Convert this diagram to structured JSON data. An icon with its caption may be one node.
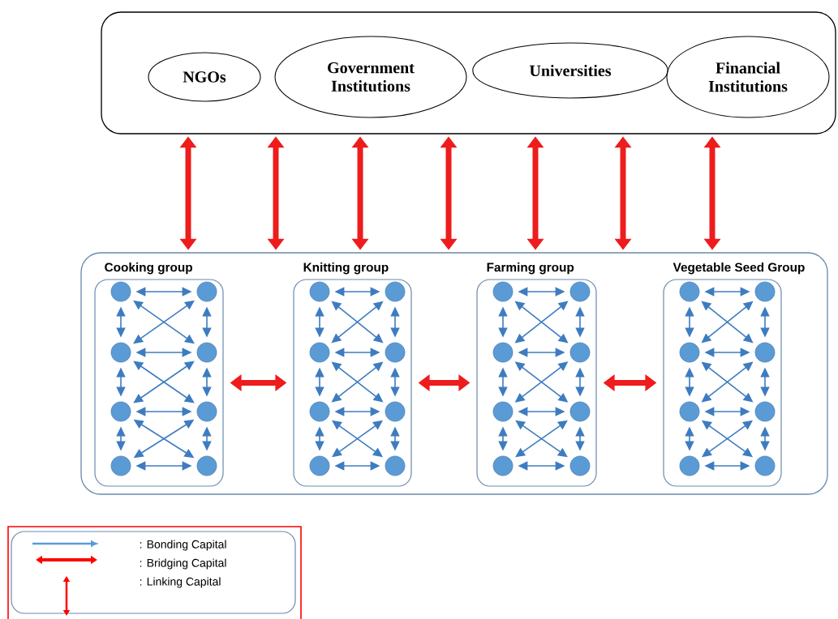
{
  "diagram": {
    "nodes": [
      {
        "text": [],
        "shape": "box"
      },
      {
        "text": [
          "NGOs"
        ],
        "in": 0
      },
      {
        "text": [
          "Government Institutions"
        ],
        "in": 0
      },
      {
        "text": [
          "Universities"
        ],
        "in": 0
      },
      {
        "text": [
          "Financial Institutions"
        ],
        "in": 0
      },
      {
        "text": [],
        "shape": "box"
      },
      {
        "text": [
          "Cooking group"
        ],
        "in": 5
      },
      {
        "text": [],
        "shape": "circle",
        "in": 6
      },
      {
        "text": [],
        "shape": "circle",
        "in": 6
      },
      {
        "text": [],
        "shape": "circle",
        "in": 6
      },
      {
        "text": [],
        "shape": "circle",
        "in": 6
      },
      {
        "text": [],
        "shape": "circle",
        "in": 6
      },
      {
        "text": [],
        "shape": "circle",
        "in": 6
      },
      {
        "text": [],
        "shape": "circle",
        "in": 6
      },
      {
        "text": [],
        "shape": "circle",
        "in": 6
      },
      {
        "text": [
          "Knitting group"
        ],
        "in": 5
      },
      {
        "text": [],
        "shape": "circle",
        "in": 15
      },
      {
        "text": [],
        "shape": "circle",
        "in": 15
      },
      {
        "text": [],
        "shape": "circle",
        "in": 15
      },
      {
        "text": [],
        "shape": "circle",
        "in": 15
      },
      {
        "text": [],
        "shape": "circle",
        "in": 15
      },
      {
        "text": [],
        "shape": "circle",
        "in": 15
      },
      {
        "text": [],
        "shape": "circle",
        "in": 15
      },
      {
        "text": [],
        "shape": "circle",
        "in": 15
      },
      {
        "text": [
          "Farming group"
        ],
        "in": 5
      },
      {
        "text": [],
        "shape": "circle",
        "in": 24
      },
      {
        "text": [],
        "shape": "circle",
        "in": 24
      },
      {
        "text": [],
        "shape": "circle",
        "in": 24
      },
      {
        "text": [],
        "shape": "circle",
        "in": 24
      },
      {
        "text": [],
        "shape": "circle",
        "in": 24
      },
      {
        "text": [],
        "shape": "circle",
        "in": 24
      },
      {
        "text": [],
        "shape": "circle",
        "in": 24
      },
      {
        "text": [],
        "shape": "circle",
        "in": 24
      },
      {
        "text": [
          "Vegetable Seed Group"
        ],
        "in": 5
      },
      {
        "text": [],
        "shape": "circle",
        "in": 33
      },
      {
        "text": [],
        "shape": "circle",
        "in": 33
      },
      {
        "text": [],
        "shape": "circle",
        "in": 33
      },
      {
        "text": [],
        "shape": "circle",
        "in": 33
      },
      {
        "text": [],
        "shape": "circle",
        "in": 33
      },
      {
        "text": [],
        "shape": "circle",
        "in": 33
      },
      {
        "text": [],
        "shape": "circle",
        "in": 33
      },
      {
        "text": [],
        "shape": "circle",
        "in": 33
      }
    ],
    "edges": [
      {
        "from": 0,
        "to": 5,
        "arrow": "both",
        "style": "thick",
        "color": "#ee1c1c"
      },
      {
        "from": 0,
        "to": 5,
        "arrow": "both",
        "style": "thick",
        "color": "#ee1c1c"
      },
      {
        "from": 0,
        "to": 5,
        "arrow": "both",
        "style": "thick",
        "color": "#ee1c1c"
      },
      {
        "from": 0,
        "to": 5,
        "arrow": "both",
        "style": "thick",
        "color": "#ee1c1c"
      },
      {
        "from": 0,
        "to": 5,
        "arrow": "both",
        "style": "thick",
        "color": "#ee1c1c"
      },
      {
        "from": 0,
        "to": 5,
        "arrow": "both",
        "style": "thick",
        "color": "#ee1c1c"
      },
      {
        "from": 0,
        "to": 5,
        "arrow": "both",
        "style": "thick",
        "color": "#ee1c1c"
      },
      {
        "from": 6,
        "to": 15,
        "arrow": "both",
        "style": "thick",
        "color": "#ee1c1c"
      },
      {
        "from": 15,
        "to": 24,
        "arrow": "both",
        "style": "thick",
        "color": "#ee1c1c"
      },
      {
        "from": 24,
        "to": 33,
        "arrow": "both",
        "style": "thick",
        "color": "#ee1c1c"
      },
      {
        "from": 7,
        "to": 8,
        "arrow": "both"
      },
      {
        "from": 9,
        "to": 10,
        "arrow": "both"
      },
      {
        "from": 11,
        "to": 12,
        "arrow": "both"
      },
      {
        "from": 13,
        "to": 14,
        "arrow": "both"
      },
      {
        "from": 7,
        "to": 9,
        "arrow": "both"
      },
      {
        "from": 9,
        "to": 11,
        "arrow": "both"
      },
      {
        "from": 11,
        "to": 13,
        "arrow": "both"
      },
      {
        "from": 8,
        "to": 10,
        "arrow": "both"
      },
      {
        "from": 10,
        "to": 12,
        "arrow": "both"
      },
      {
        "from": 12,
        "to": 14,
        "arrow": "both"
      },
      {
        "from": 7,
        "to": 10,
        "arrow": "both"
      },
      {
        "from": 8,
        "to": 9,
        "arrow": "both"
      },
      {
        "from": 9,
        "to": 12,
        "arrow": "both"
      },
      {
        "from": 10,
        "to": 11,
        "arrow": "both"
      },
      {
        "from": 11,
        "to": 14,
        "arrow": "both"
      },
      {
        "from": 12,
        "to": 13,
        "arrow": "both"
      },
      {
        "from": 16,
        "to": 17,
        "arrow": "both"
      },
      {
        "from": 18,
        "to": 19,
        "arrow": "both"
      },
      {
        "from": 20,
        "to": 21,
        "arrow": "both"
      },
      {
        "from": 22,
        "to": 23,
        "arrow": "both"
      },
      {
        "from": 16,
        "to": 18,
        "arrow": "both"
      },
      {
        "from": 18,
        "to": 20,
        "arrow": "both"
      },
      {
        "from": 20,
        "to": 22,
        "arrow": "both"
      },
      {
        "from": 17,
        "to": 19,
        "arrow": "both"
      },
      {
        "from": 19,
        "to": 21,
        "arrow": "both"
      },
      {
        "from": 21,
        "to": 23,
        "arrow": "both"
      },
      {
        "from": 16,
        "to": 19,
        "arrow": "both"
      },
      {
        "from": 17,
        "to": 18,
        "arrow": "both"
      },
      {
        "from": 18,
        "to": 21,
        "arrow": "both"
      },
      {
        "from": 19,
        "to": 20,
        "arrow": "both"
      },
      {
        "from": 20,
        "to": 23,
        "arrow": "both"
      },
      {
        "from": 21,
        "to": 22,
        "arrow": "both"
      },
      {
        "from": 25,
        "to": 26,
        "arrow": "both"
      },
      {
        "from": 27,
        "to": 28,
        "arrow": "both"
      },
      {
        "from": 29,
        "to": 30,
        "arrow": "both"
      },
      {
        "from": 31,
        "to": 32,
        "arrow": "both"
      },
      {
        "from": 25,
        "to": 27,
        "arrow": "both"
      },
      {
        "from": 27,
        "to": 29,
        "arrow": "both"
      },
      {
        "from": 29,
        "to": 31,
        "arrow": "both"
      },
      {
        "from": 26,
        "to": 28,
        "arrow": "both"
      },
      {
        "from": 28,
        "to": 30,
        "arrow": "both"
      },
      {
        "from": 30,
        "to": 32,
        "arrow": "both"
      },
      {
        "from": 25,
        "to": 28,
        "arrow": "both"
      },
      {
        "from": 26,
        "to": 27,
        "arrow": "both"
      },
      {
        "from": 27,
        "to": 30,
        "arrow": "both"
      },
      {
        "from": 28,
        "to": 29,
        "arrow": "both"
      },
      {
        "from": 29,
        "to": 32,
        "arrow": "both"
      },
      {
        "from": 30,
        "to": 31,
        "arrow": "both"
      },
      {
        "from": 34,
        "to": 35,
        "arrow": "both"
      },
      {
        "from": 36,
        "to": 37,
        "arrow": "both"
      },
      {
        "from": 38,
        "to": 39,
        "arrow": "both"
      },
      {
        "from": 40,
        "to": 41,
        "arrow": "both"
      },
      {
        "from": 34,
        "to": 36,
        "arrow": "both"
      },
      {
        "from": 36,
        "to": 38,
        "arrow": "both"
      },
      {
        "from": 38,
        "to": 40,
        "arrow": "both"
      },
      {
        "from": 35,
        "to": 37,
        "arrow": "both"
      },
      {
        "from": 37,
        "to": 39,
        "arrow": "both"
      },
      {
        "from": 39,
        "to": 41,
        "arrow": "both"
      },
      {
        "from": 34,
        "to": 37,
        "arrow": "both"
      },
      {
        "from": 35,
        "to": 36,
        "arrow": "both"
      },
      {
        "from": 36,
        "to": 39,
        "arrow": "both"
      },
      {
        "from": 37,
        "to": 38,
        "arrow": "both"
      },
      {
        "from": 38,
        "to": 41,
        "arrow": "both"
      },
      {
        "from": 39,
        "to": 40,
        "arrow": "both"
      }
    ],
    "legend": [
      {
        "text": ": Bonding Capital"
      },
      {
        "text": ": Bridging Capital"
      },
      {
        "text": ": Linking Capital"
      }
    ]
  }
}
